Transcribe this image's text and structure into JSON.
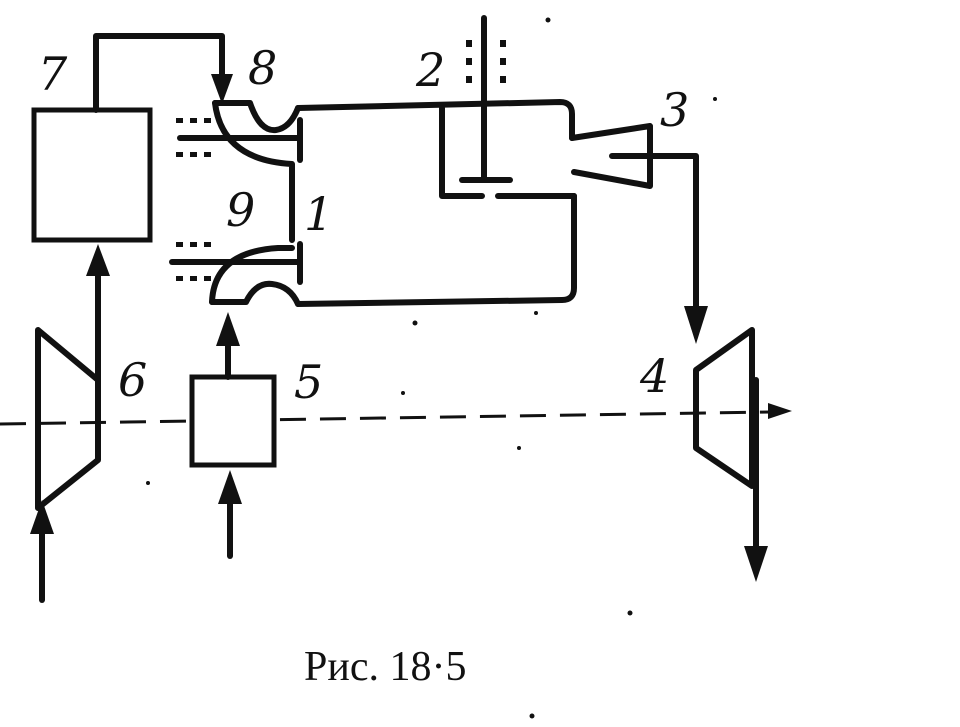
{
  "figure": {
    "labels": {
      "l1": "1",
      "l2": "2",
      "l3": "3",
      "l4": "4",
      "l5": "5",
      "l6": "6",
      "l7": "7",
      "l8": "8",
      "l9": "9"
    },
    "caption": "Рис. 18·5"
  }
}
